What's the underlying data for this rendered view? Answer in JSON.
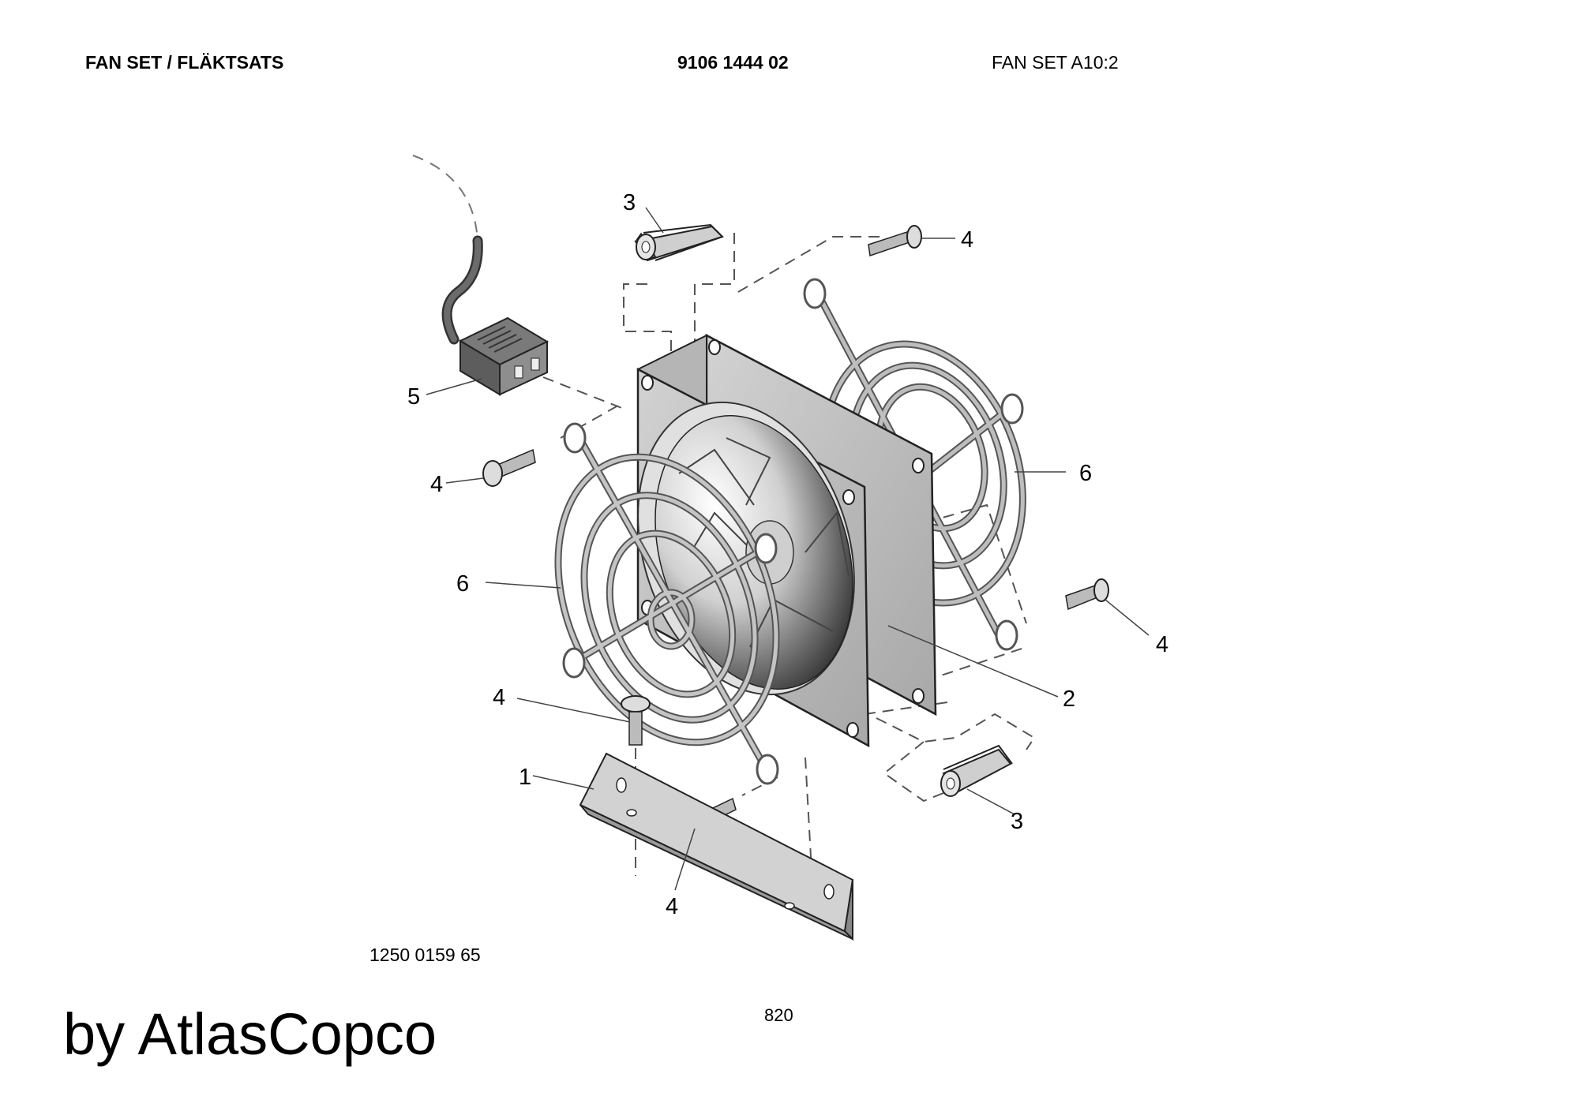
{
  "header": {
    "title": "FAN SET / FLÄKTSATS",
    "part_number": "9106 1444 02",
    "set_name": "FAN SET A10:2"
  },
  "callouts": {
    "bracket": "1",
    "fan": "2",
    "spacer_top": "3",
    "spacer_bottom": "3",
    "screw_top_right": "4",
    "screw_left": "4",
    "screw_right": "4",
    "screw_bottom_left": "4",
    "screw_bottom": "4",
    "connector": "5",
    "guard_left": "6",
    "guard_right": "6"
  },
  "drawing_number": "1250 0159 65",
  "page_number": "820",
  "brand": "by AtlasCopco"
}
